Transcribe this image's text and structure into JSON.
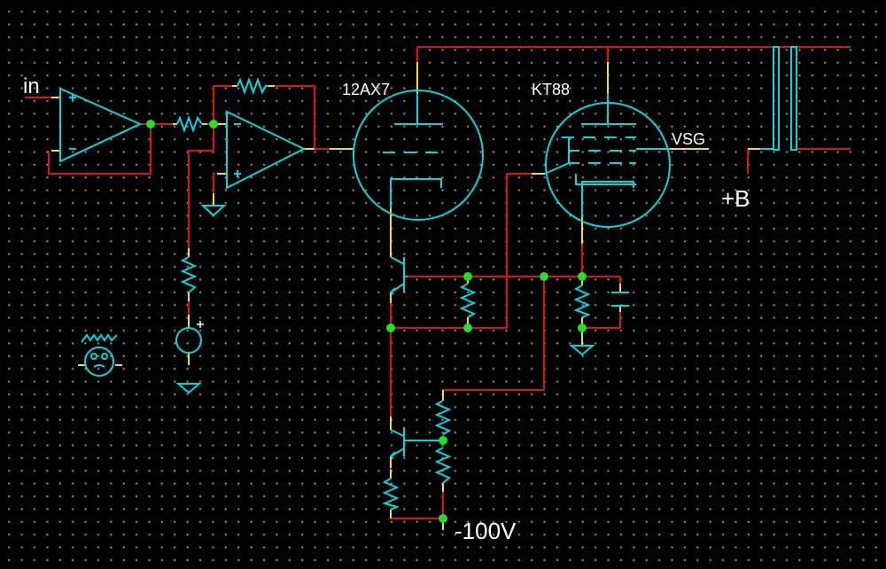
{
  "labels": {
    "input": "in",
    "preamp_tube": "12AX7",
    "power_tube": "KT88",
    "screen_grid": "VSG",
    "supply_positive": "+B",
    "supply_negative": "-100V"
  },
  "colors": {
    "background": "#000000",
    "wire": "#e01010",
    "component": "#00d8e0",
    "pin": "#f0e020",
    "junction": "#22e022",
    "text": "#ffffff"
  }
}
